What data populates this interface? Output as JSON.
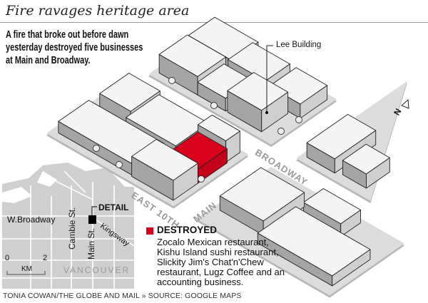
{
  "header": {
    "title": "Fire ravages heritage area",
    "subtitle": "A fire that broke out before dawn yesterday destroyed five businesses at Main and Broadway."
  },
  "map": {
    "streets": {
      "broadway": "BROADWAY",
      "main": "MAIN",
      "east10th": "EAST 10TH"
    },
    "landmark": "Lee Building",
    "north_label": "N"
  },
  "inset": {
    "detail": "DETAIL",
    "w_broadway": "W.Broadway",
    "cambie": "Cambie St.",
    "main": "Main St.",
    "kingsway": "Kingsway",
    "city": "VANCOUVER",
    "scale_min": "0",
    "scale_max": "2",
    "scale_unit": "KM"
  },
  "legend": {
    "heading": "DESTROYED",
    "description": "Zocalo Mexican restaurant, Kishu Island sushi restaurant, Slickity Jim's Chat'n'Chew restaurant, Lugz Coffee and an accounting business.",
    "color": "#d9001b"
  },
  "credit": "TONIA COWAN/THE GLOBE AND MAIL » SOURCE: GOOGLE MAPS"
}
